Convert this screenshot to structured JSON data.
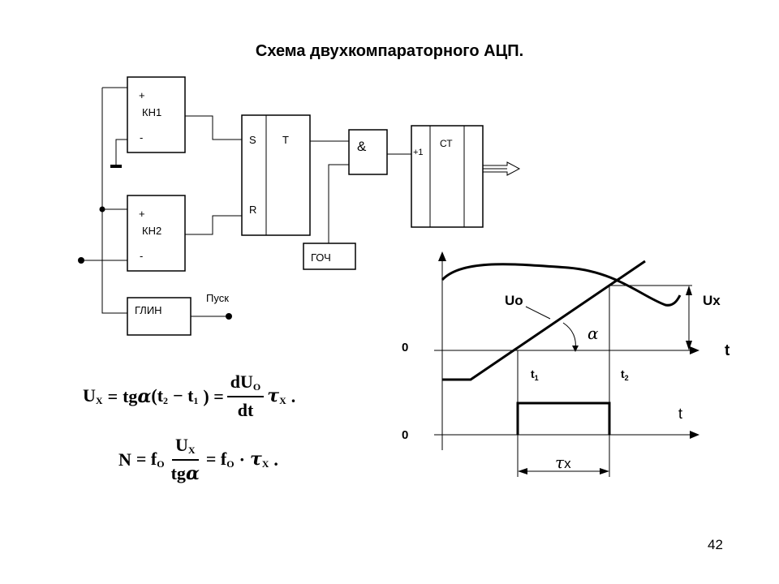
{
  "title": "Схема двухкомпараторного АЦП.",
  "blocks": {
    "kn1": {
      "label": "КН1",
      "plus": "+",
      "minus": "-"
    },
    "kn2": {
      "label": "КН2",
      "plus": "+",
      "minus": "-"
    },
    "trigger": {
      "s": "S",
      "r": "R",
      "t": "Т"
    },
    "and_gate": "&",
    "counter": {
      "label": "СТ",
      "input": "+1"
    },
    "goch": "ГОЧ",
    "glin": "ГЛИН",
    "start": "Пуск"
  },
  "graph": {
    "uo": "Uo",
    "ux": "Ux",
    "alpha": "α",
    "zero_top": "0",
    "zero_bottom": "0",
    "t_axis_top": "t",
    "t_axis_bottom": "t",
    "t1": "t",
    "t1_sub": "1",
    "t2": "t",
    "t2_sub": "2",
    "tau": "τ",
    "tau_x": "x"
  },
  "formulas": {
    "f1": {
      "ux": "U",
      "ux_sub": "X",
      "eq": "=",
      "tg": "tg",
      "alpha": "α",
      "paren_open": "(t",
      "t2_sub": "2",
      "minus": "− t",
      "t1_sub": "1",
      "paren_close": ") =",
      "num": "dU",
      "num_sub": "O",
      "den": "dt",
      "tau": "τ",
      "tau_sub": "X",
      "dot": "."
    },
    "f2": {
      "n": "N",
      "eq1": "= f",
      "f_sub": "O",
      "num": "U",
      "num_sub": "X",
      "den": "tg",
      "den_alpha": "α",
      "eq2": "= f",
      "f2_sub": "O",
      "mul": "·",
      "tau": "τ",
      "tau_sub": "X",
      "dot": "."
    }
  },
  "page_number": "42"
}
